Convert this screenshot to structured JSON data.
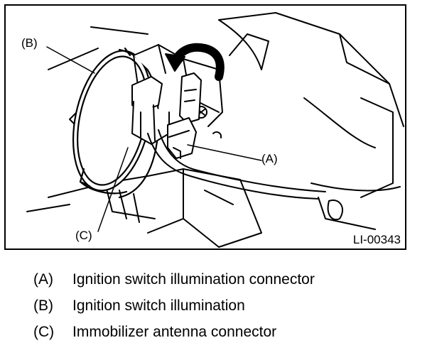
{
  "figure": {
    "id_label": "LI-00343",
    "callouts": {
      "A": "(A)",
      "B": "(B)",
      "C": "(C)"
    }
  },
  "legend": [
    {
      "key": "(A)",
      "text": "Ignition switch illumination connector"
    },
    {
      "key": "(B)",
      "text": "Ignition switch illumination"
    },
    {
      "key": "(C)",
      "text": "Immobilizer antenna connector"
    }
  ]
}
